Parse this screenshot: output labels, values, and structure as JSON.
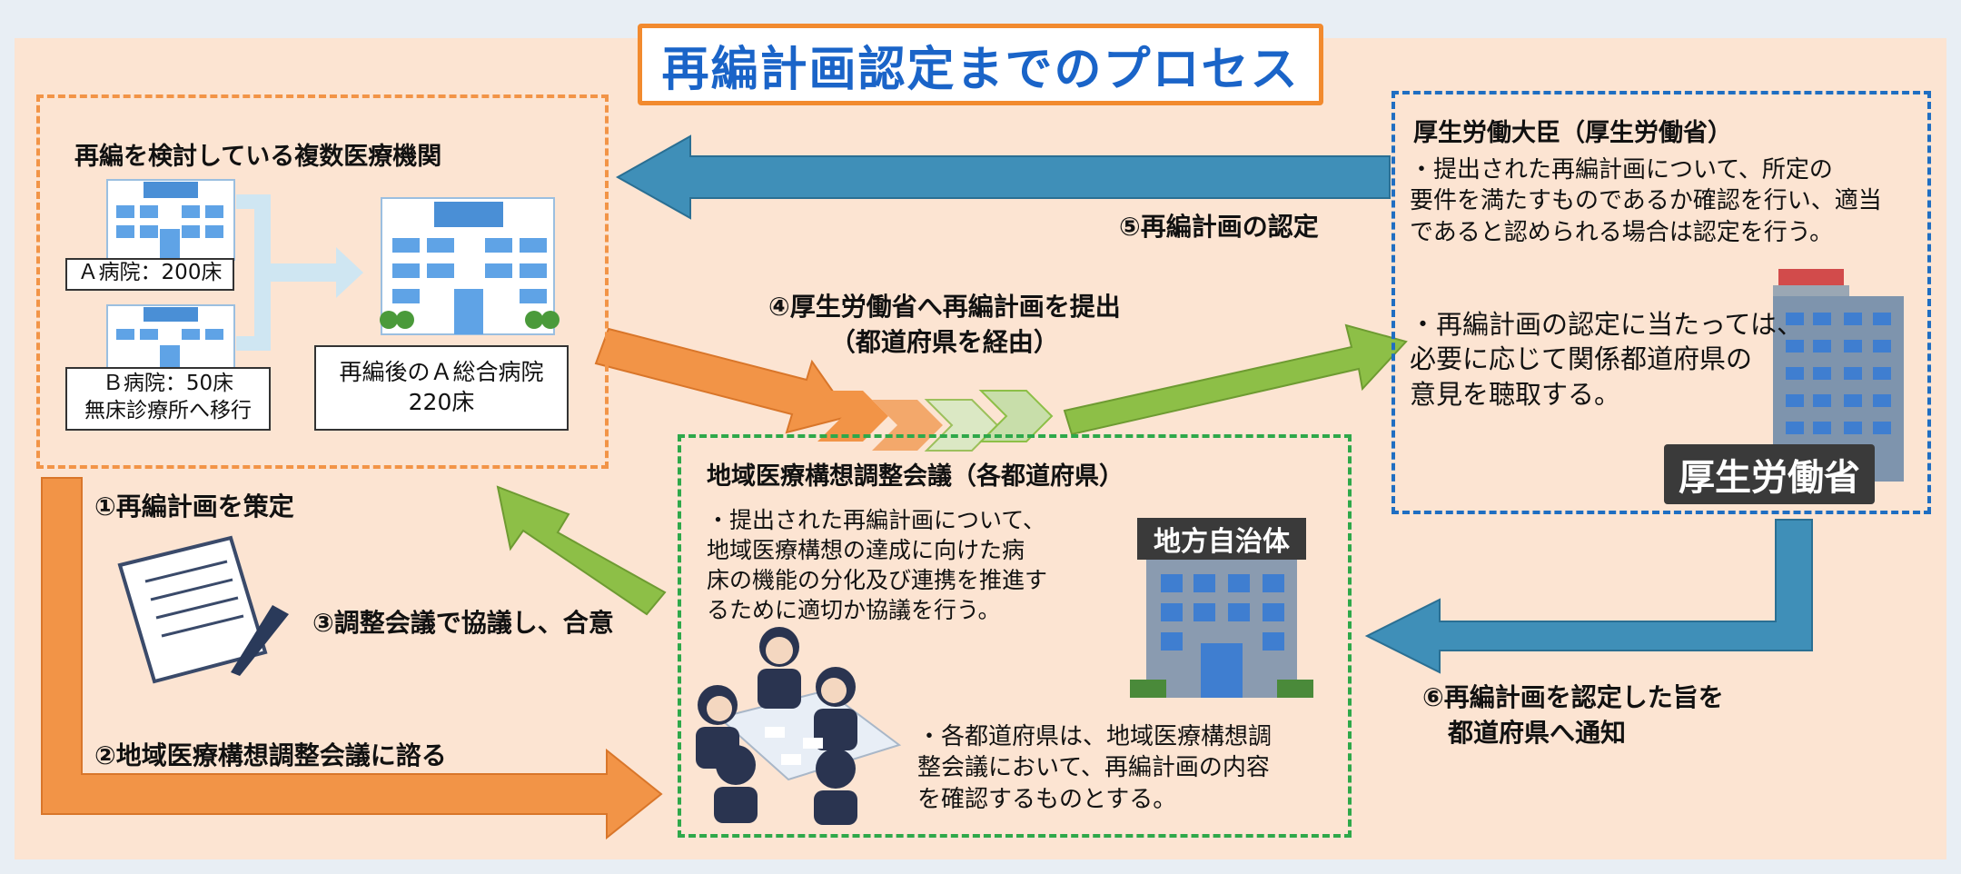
{
  "title": "再編計画認定までのプロセス",
  "hospital_group": {
    "heading": "再編を検討している複数医療機関",
    "hospital_a": "Ａ病院：200床",
    "hospital_b_line1": "Ｂ病院：50床",
    "hospital_b_line2": "無床診療所へ移行",
    "merged_line1": "再編後のＡ総合病院",
    "merged_line2": "220床"
  },
  "mhlw": {
    "heading": "厚生労働大臣（厚生労働省）",
    "para1_line1": "・提出された再編計画について、所定の",
    "para1_line2": "要件を満たすものであるか確認を行い、適当",
    "para1_line3": "であると認められる場合は認定を行う。",
    "para2_line1": "・再編計画の認定に当たっては、",
    "para2_line2": "必要に応じて関係都道府県の",
    "para2_line3": "意見を聴取する。",
    "sign": "厚生労働省"
  },
  "council": {
    "heading": "地域医療構想調整会議（各都道府県）",
    "para1_line1": "・提出された再編計画について、",
    "para1_line2": "地域医療構想の達成に向けた病",
    "para1_line3": "床の機能の分化及び連携を推進す",
    "para1_line4": "るために適切か協議を行う。",
    "para2_line1": "・各都道府県は、地域医療構想調",
    "para2_line2": "整会議において、再編計画の内容",
    "para2_line3": "を確認するものとする。",
    "local_gov_sign": "地方自治体"
  },
  "steps": {
    "step1": "①再編計画を策定",
    "step2": "②地域医療構想調整会議に諮る",
    "step3": "③調整会議で協議し、合意",
    "step4_line1": "④厚生労働省へ再編計画を提出",
    "step4_line2": "（都道府県を経由）",
    "step5": "⑤再編計画の認定",
    "step6_line1": "⑥再編計画を認定した旨を",
    "step6_line2": "都道府県へ通知"
  },
  "colors": {
    "orange": "#f29447",
    "blue_arrow": "#3f8fb8",
    "green_arrow": "#8dbf47",
    "title_text": "#1a64c8"
  }
}
